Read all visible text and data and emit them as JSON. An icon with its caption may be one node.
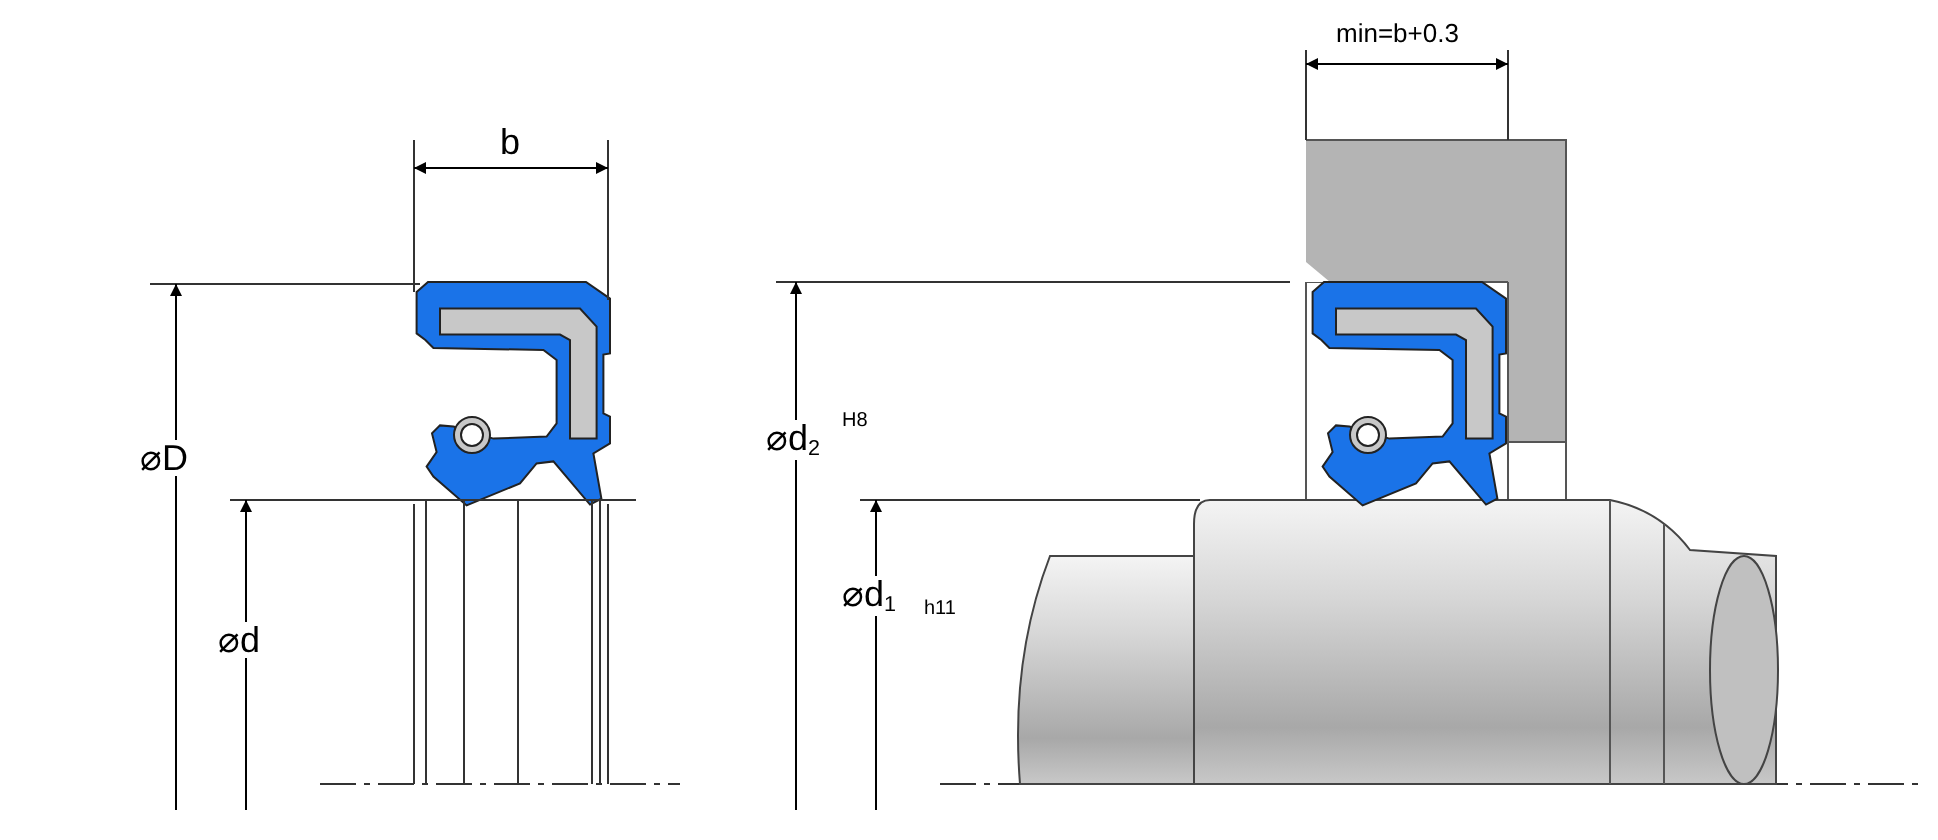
{
  "diagram": {
    "labels": [
      "b",
      "⌀D",
      "⌀d",
      "min=b+0.3",
      "⌀d$_{2}$",
      "H8",
      "⌀d$_{1}$",
      "h11"
    ]
  }
}
